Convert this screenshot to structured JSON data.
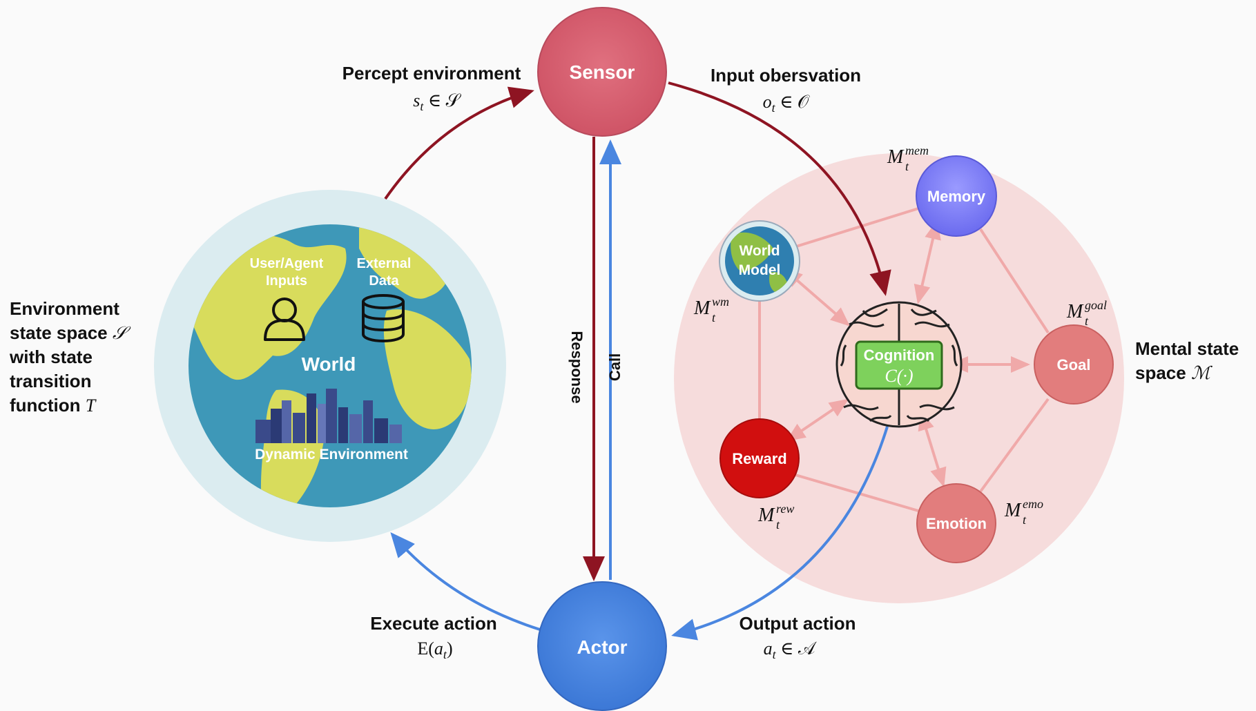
{
  "colors": {
    "sensor": "#d85f70",
    "actor": "#4a86e0",
    "red_arrow": "#8e1422",
    "blue_arrow": "#4a86e0",
    "memory": "#7c7cf5",
    "goal": "#e27d7d",
    "emotion": "#e27d7d",
    "reward": "#d10f0f",
    "cognition": "#7ed15c",
    "mental_bg": "#f6dcdc",
    "world_ocean": "#3e98b8",
    "world_land": "#d8dc5c"
  },
  "nodes": {
    "sensor": "Sensor",
    "actor": "Actor",
    "memory": "Memory",
    "world_model_line1": "World",
    "world_model_line2": "Model",
    "cognition_title": "Cognition",
    "cognition_func": "C(·)",
    "goal": "Goal",
    "reward": "Reward",
    "emotion": "Emotion"
  },
  "world": {
    "title": "World",
    "inputs_line1": "User/Agent",
    "inputs_line2": "Inputs",
    "data_line1": "External",
    "data_line2": "Data",
    "dynamic": "Dynamic Environment",
    "icons": [
      "person-icon",
      "database-icon",
      "city-skyline-icon"
    ]
  },
  "labels": {
    "percept_title": "Percept environment",
    "percept_math": "s",
    "percept_sub": "t",
    "percept_rest": " ∈ 𝒮",
    "input_title": "Input obersvation",
    "input_math": "o",
    "input_sub": "t",
    "input_rest": " ∈ 𝒪",
    "execute_title": "Execute action",
    "execute_math_pre": "E(",
    "execute_math_a": "a",
    "execute_sub": "t",
    "execute_math_post": ")",
    "output_title": "Output action",
    "output_math": "a",
    "output_sub": "t",
    "output_rest": " ∈ 𝒜",
    "response": "Response",
    "call": "Call",
    "env_line1": "Environment",
    "env_line2_pre": "state space ",
    "env_line2_math": "𝒮",
    "env_line3": "with state",
    "env_line4": "transition",
    "env_line5_pre": "function ",
    "env_line5_math": "T",
    "mental_line1": "Mental state",
    "mental_line2_pre": "space ",
    "mental_line2_math": "ℳ"
  },
  "mental_symbols": {
    "base": "M",
    "sub": "t",
    "mem": "mem",
    "wm": "wm",
    "goal": "goal",
    "rew": "rew",
    "emo": "emo"
  }
}
